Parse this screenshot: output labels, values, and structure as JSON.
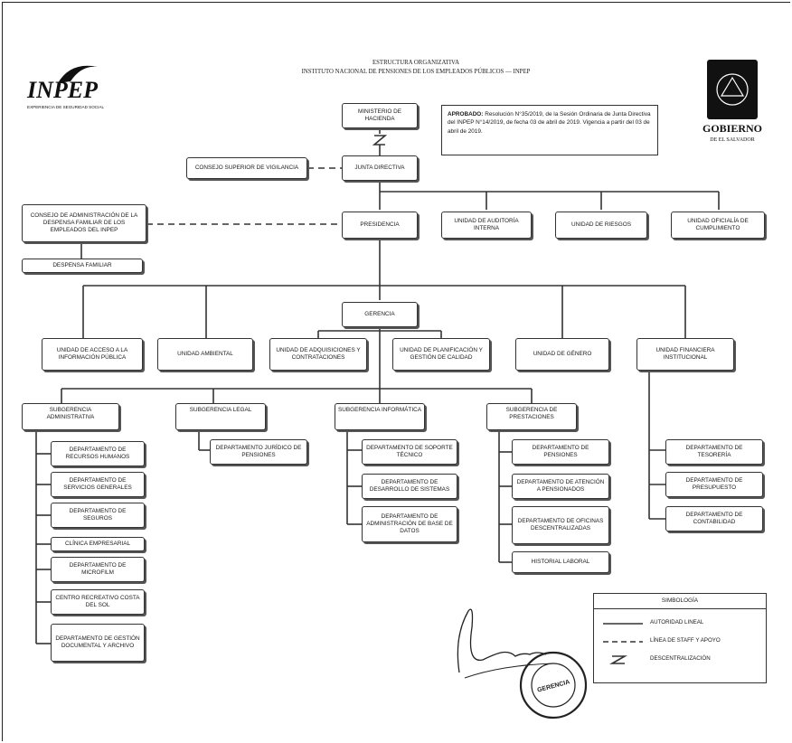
{
  "header": {
    "title": "ESTRUCTURA ORGANIZATIVA",
    "subtitle": "INSTITUTO NACIONAL DE PENSIONES DE LOS EMPLEADOS PÚBLICOS — INPEP"
  },
  "logo_left": {
    "text": "INPEP",
    "tagline": "EXPERIENCIA DE SEGURIDAD SOCIAL"
  },
  "logo_right": {
    "line1": "GOBIERNO",
    "line2": "DE EL SALVADOR"
  },
  "approved": {
    "label": "APROBADO:",
    "text": "Resolución N°35/2019, de la Sesión Ordinaria de Junta Directiva del INPEP N°14/2019, de fecha 03 de abril de 2019. Vigencia a partir del 03 de abril de 2019."
  },
  "nodes": {
    "ministerio": "MINISTERIO DE HACIENDA",
    "junta": "JUNTA DIRECTIVA",
    "consejo_vigilancia": "CONSEJO SUPERIOR DE VIGILANCIA",
    "consejo_despensa": "CONSEJO DE ADMINISTRACIÓN DE LA DESPENSA FAMILIAR DE LOS EMPLEADOS DEL INPEP",
    "despensa": "DESPENSA FAMILIAR",
    "presidencia": "PRESIDENCIA",
    "auditoria": "UNIDAD DE AUDITORÍA INTERNA",
    "riesgos": "UNIDAD DE RIESGOS",
    "cumplimiento": "UNIDAD OFICIALÍA DE CUMPLIMIENTO",
    "gerencia": "GERENCIA",
    "acceso": "UNIDAD DE ACCESO A LA INFORMACIÓN PÚBLICA",
    "ambiental": "UNIDAD AMBIENTAL",
    "adquisiciones": "UNIDAD DE ADQUISICIONES Y CONTRATACIONES",
    "planificacion": "UNIDAD DE PLANIFICACIÓN Y GESTIÓN DE CALIDAD",
    "genero": "UNIDAD DE GÉNERO",
    "financiera": "UNIDAD FINANCIERA INSTITUCIONAL",
    "sub_admin": "SUBGERENCIA ADMINISTRATIVA",
    "sub_legal": "SUBGERENCIA LEGAL",
    "sub_info": "SUBGERENCIA INFORMÁTICA",
    "sub_prest": "SUBGERENCIA DE PRESTACIONES",
    "rrhh": "DEPARTAMENTO DE RECURSOS HUMANOS",
    "servicios": "DEPARTAMENTO DE SERVICIOS GENERALES",
    "seguros": "DEPARTAMENTO DE SEGUROS",
    "clinica": "CLÍNICA EMPRESARIAL",
    "microfilm": "DEPARTAMENTO DE MICROFILM",
    "recreativo": "CENTRO RECREATIVO COSTA DEL SOL",
    "gestion_doc": "DEPARTAMENTO DE GESTIÓN DOCUMENTAL Y ARCHIVO",
    "juridico": "DEPARTAMENTO JURÍDICO DE PENSIONES",
    "soporte": "DEPARTAMENTO DE SOPORTE TÉCNICO",
    "desarrollo": "DEPARTAMENTO DE DESARROLLO DE SISTEMAS",
    "base_datos": "DEPARTAMENTO DE ADMINISTRACIÓN DE BASE DE DATOS",
    "pensiones": "DEPARTAMENTO DE PENSIONES",
    "atencion": "DEPARTAMENTO DE ATENCIÓN A PENSIONADOS",
    "oficinas": "DEPARTAMENTO DE OFICINAS DESCENTRALIZADAS",
    "historial": "HISTORIAL LABORAL",
    "tesoreria": "DEPARTAMENTO DE TESORERÍA",
    "presupuesto": "DEPARTAMENTO DE PRESUPUESTO",
    "contabilidad": "DEPARTAMENTO DE CONTABILIDAD"
  },
  "legend": {
    "title": "SIMBOLOGÍA",
    "solid": "AUTORIDAD LINEAL",
    "dashed": "LÍNEA DE STAFF Y APOYO",
    "decentral": "DESCENTRALIZACIÓN"
  },
  "stamp": {
    "text": "GERENCIA"
  }
}
